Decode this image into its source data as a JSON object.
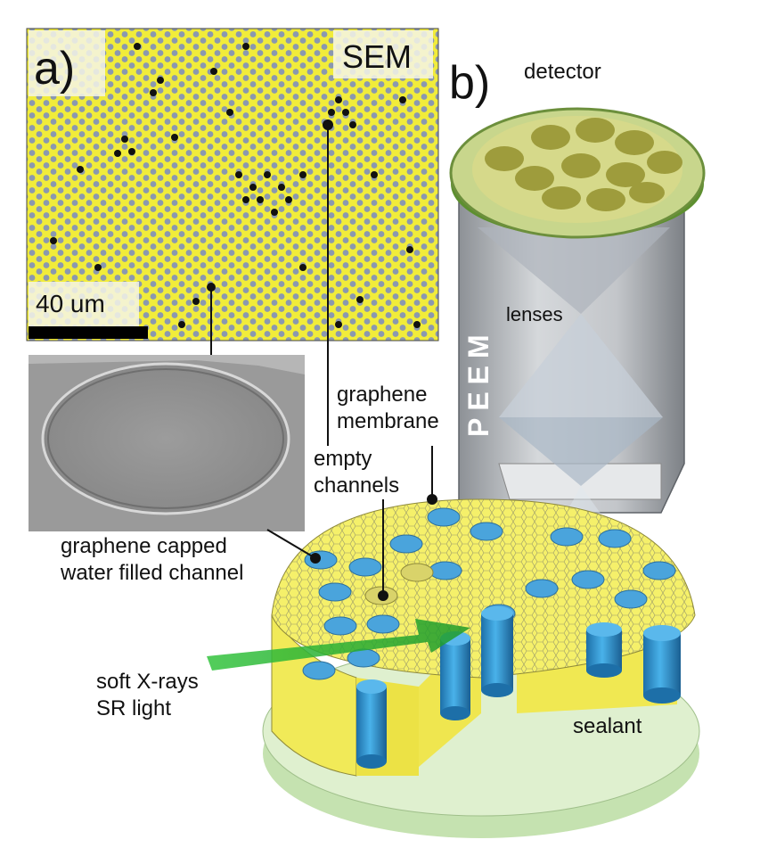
{
  "panel_a": {
    "label": "a)",
    "sem_tag": "SEM",
    "scalebar": "40 um"
  },
  "panel_b": {
    "label": "b)",
    "detector": "detector",
    "lenses": "lenses",
    "peem": "PEEM"
  },
  "labels": {
    "graphene_membrane_1": "graphene",
    "graphene_membrane_2": "membrane",
    "empty_channels_1": "empty",
    "empty_channels_2": "channels",
    "capped_1": "graphene capped",
    "capped_2": "water filled channel",
    "xray_1": "soft X-rays",
    "xray_2": "SR light",
    "sealant": "sealant"
  },
  "colors": {
    "membrane_yellow": "#f4ee5a",
    "water_blue": "#3a9fd8",
    "sealant_green": "#d6eec0",
    "beam_green": "#2fbf3a",
    "column_gray": "#b8bcc0"
  }
}
